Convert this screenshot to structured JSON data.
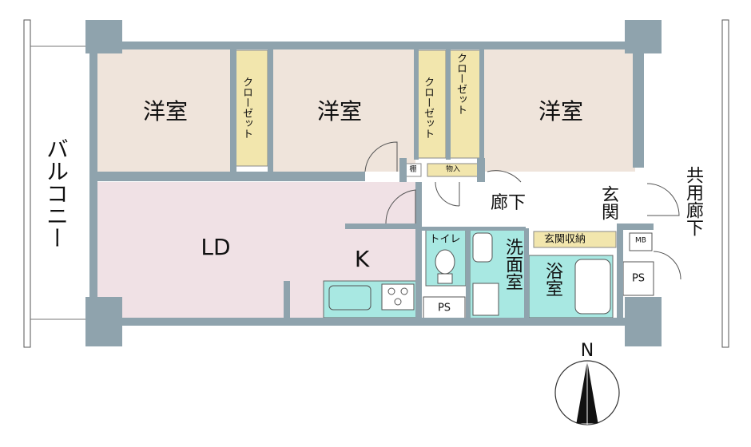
{
  "rooms": {
    "bedroom1": "洋室",
    "bedroom2": "洋室",
    "bedroom3": "洋室",
    "closet1": "クローゼット",
    "closet2": "クローゼット",
    "closet3": "クローゼット",
    "ld": "LD",
    "kitchen": "K",
    "hallway": "廊下",
    "entrance": "玄関",
    "toilet": "トイレ",
    "washroom": "洗面室",
    "bathroom": "浴室",
    "entrance_storage": "玄関収納",
    "storage": "物入",
    "shelf": "棚",
    "ps1": "PS",
    "ps2": "PS",
    "mb": "MB",
    "balcony": "バルコニー",
    "common_corridor": "共用廊下"
  },
  "compass": {
    "north": "N"
  },
  "colors": {
    "wall": "#8fa3ad",
    "bedroom_floor": "#efe4db",
    "ld_floor": "#f0e1e5",
    "closet_fill": "#f2e6ad",
    "wet_area": "#a8e8e2",
    "white": "#ffffff"
  }
}
